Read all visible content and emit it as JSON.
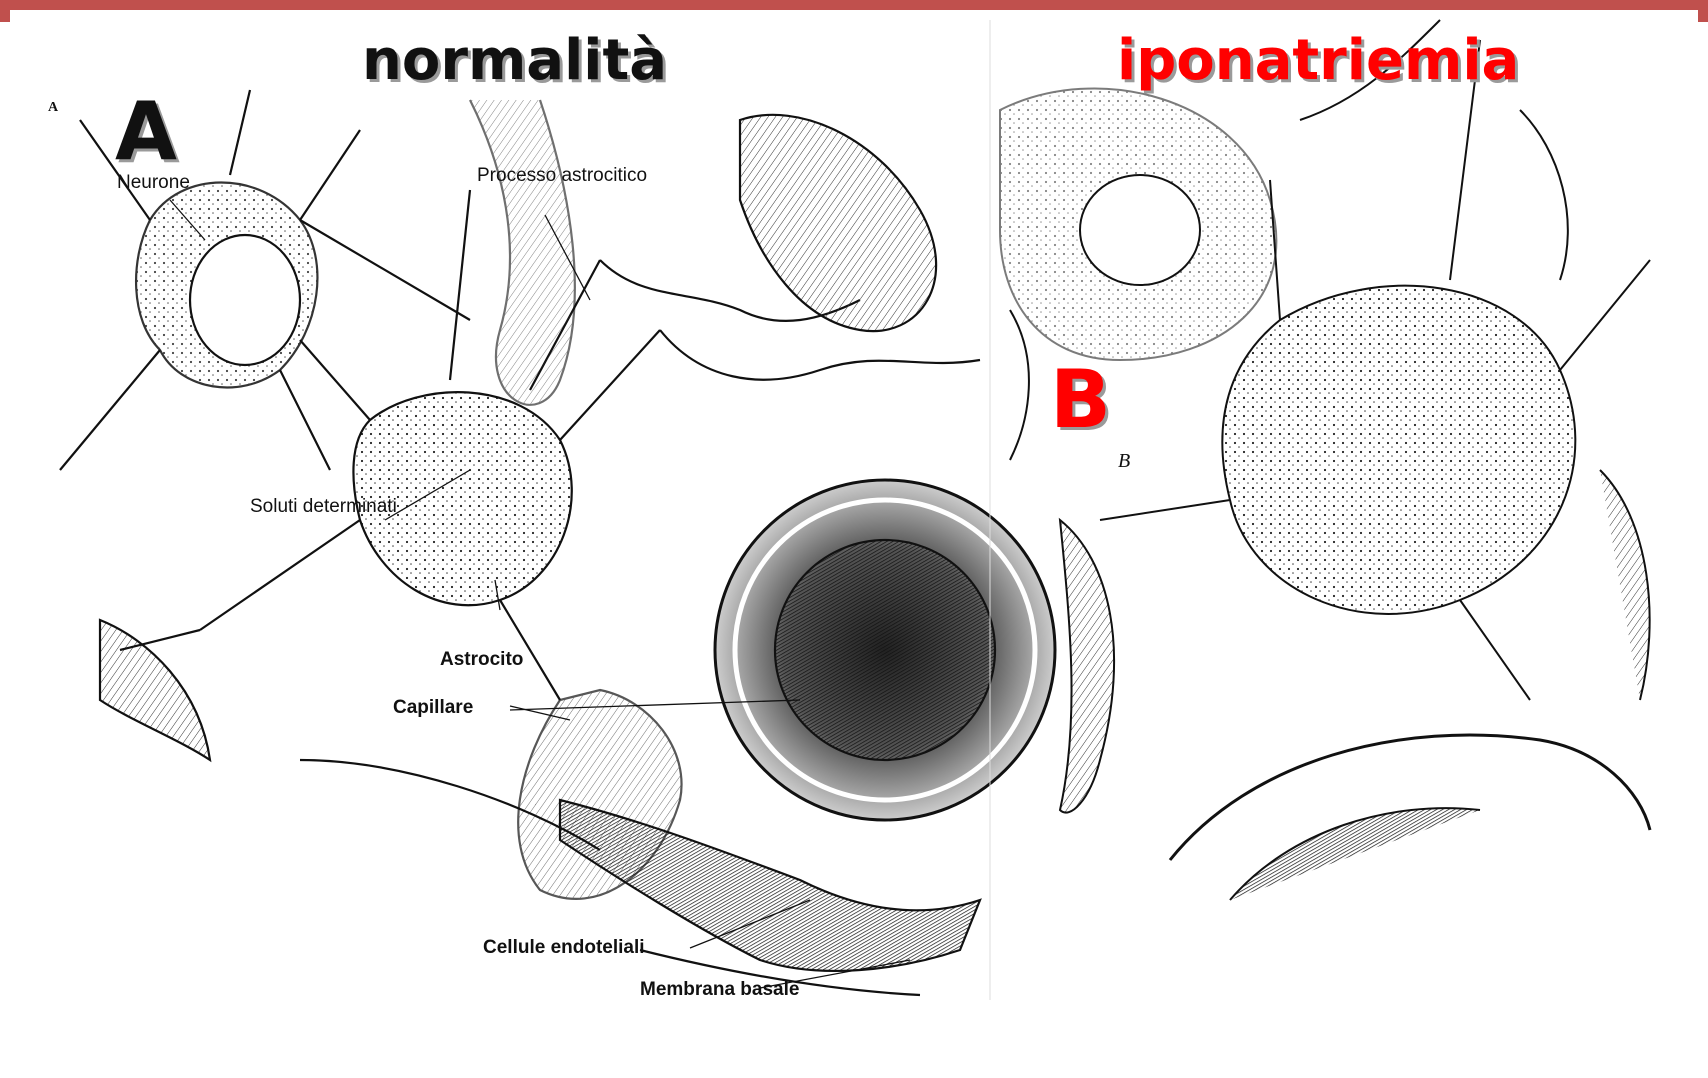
{
  "panels": {
    "left": {
      "title": "normalità",
      "letter": "A",
      "small_letter": "A"
    },
    "right": {
      "title": "iponatriemia",
      "letter": "B",
      "small_letter": "B"
    }
  },
  "labels": {
    "neurone": "Neurone",
    "processo": "Processo astrocitico",
    "soluti": "Soluti determinati",
    "astrocito": "Astrocito",
    "capillare": "Capillare",
    "cellule": "Cellule endoteliali",
    "membrana": "Membrana basale"
  },
  "colors": {
    "accent_bar": "#c0504d",
    "title_red": "#ff0000"
  }
}
